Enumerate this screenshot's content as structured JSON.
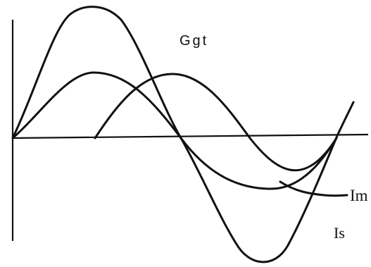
{
  "diagram": {
    "labels": {
      "ggt": "Ggt",
      "im": "Im",
      "is": "Is"
    },
    "colors": {
      "ink": "#111111",
      "background": "#ffffff"
    }
  }
}
